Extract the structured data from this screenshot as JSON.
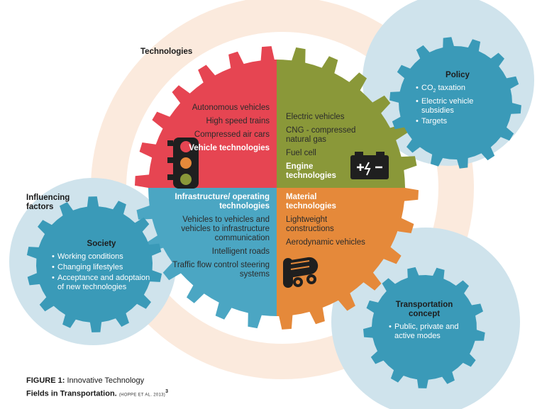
{
  "headings": {
    "technologies": "Technologies",
    "influencing_factors": "Influencing factors"
  },
  "central": {
    "vehicle": {
      "title": "Vehicle technologies",
      "items": [
        "Autonomous vehicles",
        "High speed trains",
        "Compressed air cars"
      ]
    },
    "engine": {
      "title": "Engine technologies",
      "items": [
        "Electric vehicles",
        "CNG - compressed natural gas",
        "Fuel cell"
      ]
    },
    "infrastructure": {
      "title": "Infrastructure/ operating technologies",
      "items": [
        "Vehicles to vehicles and vehicles to infrastructure communication",
        "Intelligent roads",
        "Traffic flow control steering systems"
      ]
    },
    "material": {
      "title": "Material technologies",
      "items": [
        "Lightweight constructions",
        "Aerodynamic vehicles"
      ]
    }
  },
  "policy": {
    "title": "Policy",
    "co2_prefix": "CO",
    "co2_sub": "2",
    "co2_rest": "taxation",
    "items": [
      "Electric vehicle subsidies",
      "Targets"
    ]
  },
  "society": {
    "title": "Society",
    "items": [
      "Working conditions",
      "Changing lifestyles",
      "Acceptance and adoptaion of new technologies"
    ]
  },
  "transportation": {
    "title": "Transportation concept",
    "items": [
      "Public, private and active modes"
    ]
  },
  "caption": {
    "label": "FIGURE 1:",
    "line1": "Innovative Technology",
    "line2": "Fields in Transportation.",
    "citation": "(HOPPE ET AL. 2013)",
    "footnote": "3"
  },
  "colors": {
    "vehicle": "#e64552",
    "engine": "#8a9839",
    "infrastructure": "#4ba6c3",
    "material": "#e5893a",
    "gear_blue": "#3a9ab8",
    "disc_blue": "#cfe3ec",
    "ring_peach": "#fbeadd"
  },
  "icons": [
    "traffic-light-icon",
    "battery-icon",
    "conveyor-icon"
  ]
}
